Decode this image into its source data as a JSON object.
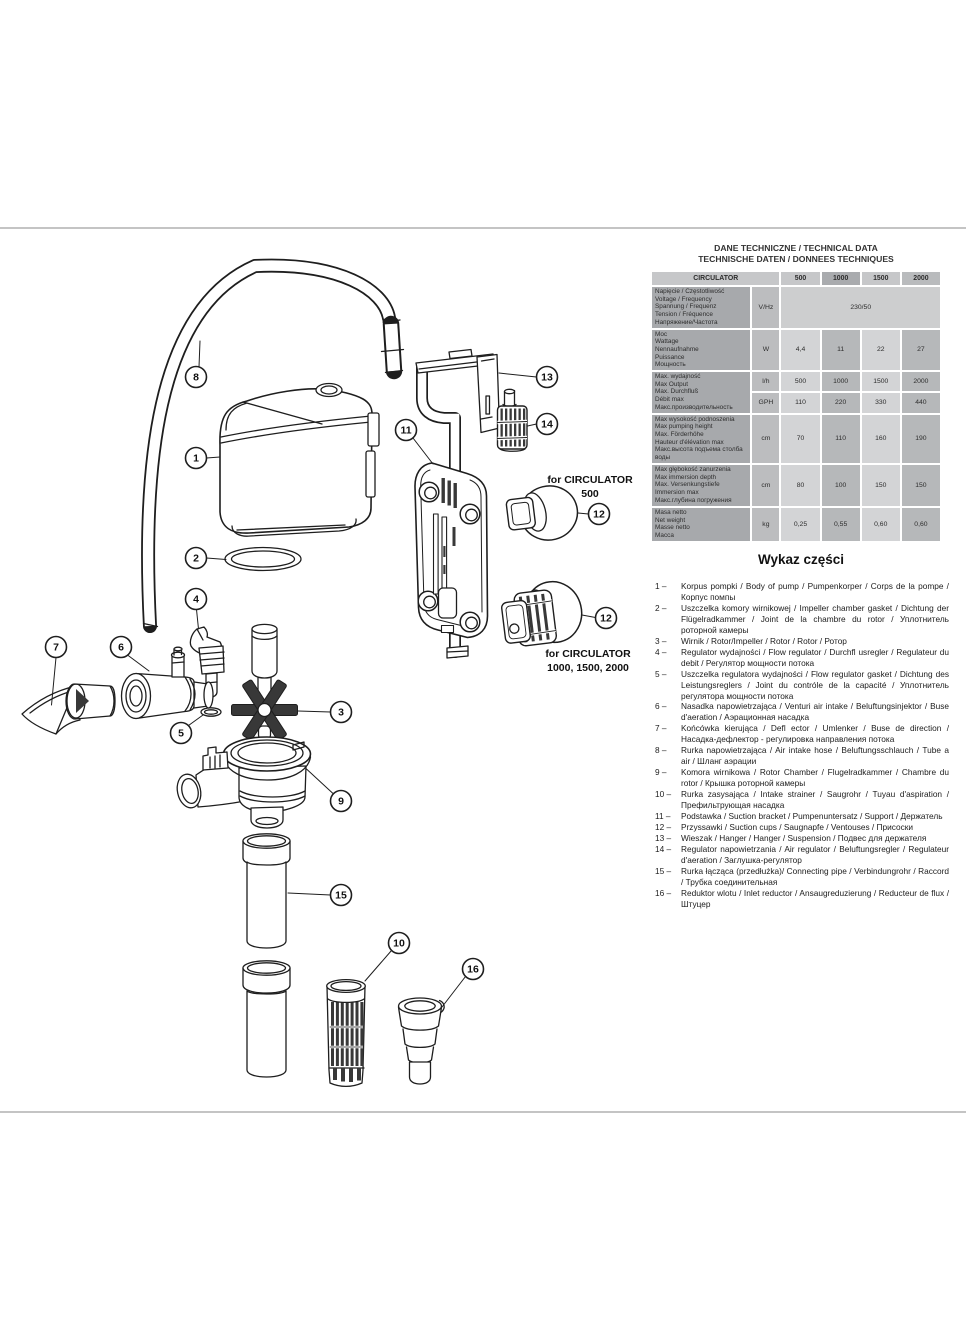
{
  "table": {
    "title_line1": "DANE TECHNICZNE / TECHNICAL DATA",
    "title_line2": "TECHNISCHE DATEN / DONNEES TECHNIQUES",
    "header": {
      "brand": "CIRCULATOR",
      "models": [
        "500",
        "1000",
        "1500",
        "2000"
      ]
    },
    "rows": [
      {
        "label": "Napięcie / Częstotliwość\nVoltage / Frequency\nSpannung / Frequenz\nTension / Fréquence\nНапряжение/Частота",
        "unit": "V/Hz",
        "merged": "230/50"
      },
      {
        "label": "Moc\nWattage\nNennaufnahme\nPuissance\nМощность",
        "unit": "W",
        "values": [
          "4,4",
          "11",
          "22",
          "27"
        ]
      },
      {
        "label": "Max. wydajność\nMax Output\nMax. Durchfluß\nDébit max\nМакс.производительность",
        "unit": "l/h",
        "values": [
          "500",
          "1000",
          "1500",
          "2000"
        ]
      },
      {
        "unit": "GPH",
        "values": [
          "110",
          "220",
          "330",
          "440"
        ]
      },
      {
        "label": "Max wysokość podnoszenia\nMax pumping height\nMax. Förderhöhe\nHauteur d'élévation max\nМакс.высота подъема столба воды",
        "unit": "cm",
        "values": [
          "70",
          "110",
          "160",
          "190"
        ]
      },
      {
        "label": "Max głębokość zanurzenia\nMax immersion depth\nMax. Versenkungstiefe\nImmersion max\nМакс.глубина погружения",
        "unit": "cm",
        "values": [
          "80",
          "100",
          "150",
          "150"
        ]
      },
      {
        "label": "Masa netto\nNet weight\nMasse netto\nМасса",
        "unit": "kg",
        "values": [
          "0,25",
          "0,55",
          "0,60",
          "0,60"
        ]
      }
    ]
  },
  "parts": {
    "title": "Wykaz części",
    "items": [
      {
        "num": "1 –",
        "text": "Korpus pompki / Body of pump / Pumpenkorper / Corps de la pompe / Корпус помпы"
      },
      {
        "num": "2 –",
        "text": "Uszczelka komory wirnikowej / Impeller chamber gasket / Dichtung der Flügelradkammer / Joint de la chambre du rotor / Уплотнитель роторной камеры"
      },
      {
        "num": "3 –",
        "text": "Wirnik / Rotor/Impeller / Rotor / Rotor / Ротор"
      },
      {
        "num": "4 –",
        "text": "Regulator wydajności / Flow regulator / Durchfl usregler / Regulateur du debit / Регулятор мощности потока"
      },
      {
        "num": "5 –",
        "text": "Uszczelka regulatora wydajności / Flow regulator gasket / Dichtung des Leistungsreglers / Joint du contróle de la capacité / Уплотнитель регулятора мощности потока"
      },
      {
        "num": "6 –",
        "text": "Nasadka napowietrzająca / Venturi air intake / Beluftungsinjektor / Buse d'aeration / Аэрационная насадка"
      },
      {
        "num": "7 –",
        "text": "Końcówka kierująca / Defl ector / Umlenker / Buse de direction / Насадка-дефлектор - регулировка направления потока"
      },
      {
        "num": "8 –",
        "text": "Rurka napowietrzająca / Air intake hose / Beluftungsschlauch / Tube a air / Шланг аэрации"
      },
      {
        "num": "9 –",
        "text": "Komora wirnikowa / Rotor Chamber / Flugelradkammer / Chambre du rotor / Крышка роторной камеры"
      },
      {
        "num": "10 –",
        "text": "Rurka zasysająca / Intake strainer / Saugrohr / Tuyau d'aspiration / Префильтрующая насадка"
      },
      {
        "num": "11 –",
        "text": "Podstawka / Suction bracket / Pumpenuntersatz / Support / Держатель"
      },
      {
        "num": "12 –",
        "text": "Przyssawki / Suction cups / Saugnapfe / Ventouses / Присоски"
      },
      {
        "num": "13 –",
        "text": "Wieszak / Hanger / Hanger / Suspension / Подвес для держателя"
      },
      {
        "num": "14 –",
        "text": "Regulator napowietrzania / Air regulator / Beluftungsregler / Regulateur d'aeration / Заглушка-регулятор"
      },
      {
        "num": "15 –",
        "text": "Rurka łącząca (przedłużka)/ Connecting pipe / Verbindungrohr / Raccord / Трубка соединительная"
      },
      {
        "num": "16 –",
        "text": "Reduktor wlotu / Inlet reductor / Ansaugreduzierung / Reducteur de flux / Штуцер"
      }
    ]
  },
  "diagram": {
    "callouts": {
      "n1": "1",
      "n2": "2",
      "n3": "3",
      "n4": "4",
      "n5": "5",
      "n6": "6",
      "n7": "7",
      "n8": "8",
      "n9": "9",
      "n10": "10",
      "n11": "11",
      "n12": "12",
      "n13": "13",
      "n14": "14",
      "n15": "15",
      "n16": "16"
    },
    "annotations": {
      "a500_l1": "for CIRCULATOR",
      "a500_l2": "500",
      "a1000_l1": "for CIRCULATOR",
      "a1000_l2": "1000, 1500, 2000"
    }
  },
  "colors": {
    "line": "#1e1e1e",
    "divider": "#c4c4c4",
    "table_label_bg": "#a7a9ac",
    "table_unit_bg": "#bcbdbf",
    "table_value_light": "#d3d4d6",
    "table_value_dark": "#b6b8ba",
    "table_header_bg": "#c6c7c9",
    "table_header_dark": "#a9abae",
    "table_merged_bg": "#cdcecf",
    "text": "#1c1c1c"
  }
}
